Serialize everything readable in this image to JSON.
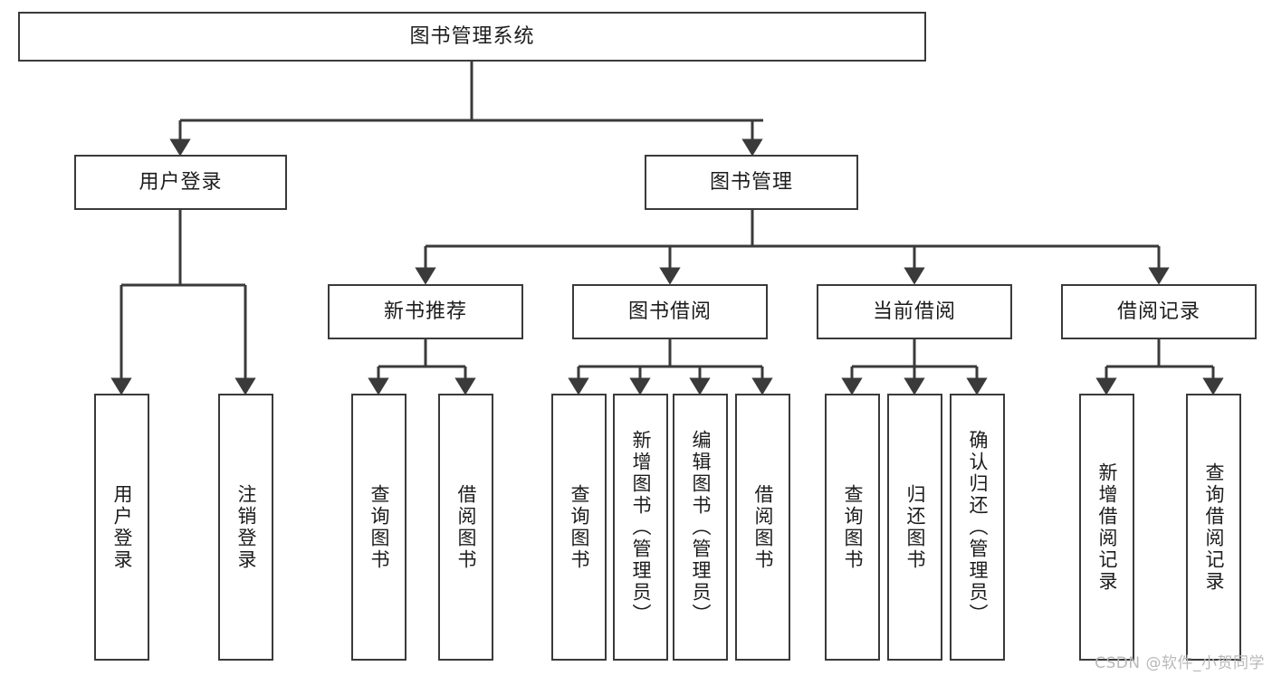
{
  "diagram": {
    "title": "图书管理系统",
    "type": "tree-hierarchy-chart",
    "colors": {
      "background": "#ffffff",
      "node_border": "#3a3a3a",
      "node_fill": "#ffffff",
      "text": "#1c1c1c",
      "edge": "#3a3a3a",
      "watermark": "#b9b9b9"
    },
    "nodes": {
      "root": {
        "label": "图书管理系统"
      },
      "level2": [
        {
          "id": "user-login",
          "label": "用户登录"
        },
        {
          "id": "book-management",
          "label": "图书管理"
        }
      ],
      "level3": [
        {
          "id": "new-book-recommend",
          "label": "新书推荐"
        },
        {
          "id": "book-borrow",
          "label": "图书借阅"
        },
        {
          "id": "current-borrow",
          "label": "当前借阅"
        },
        {
          "id": "borrow-record",
          "label": "借阅记录"
        }
      ],
      "leaves": {
        "user-login": [
          {
            "id": "leaf-user-login",
            "label": "用户登录"
          },
          {
            "id": "leaf-logout-login",
            "label": "注销登录"
          }
        ],
        "new-book-recommend": [
          {
            "id": "leaf-query-book-1",
            "label": "查询图书"
          },
          {
            "id": "leaf-borrow-book-1",
            "label": "借阅图书"
          }
        ],
        "book-borrow": [
          {
            "id": "leaf-query-book-2",
            "label": "查询图书"
          },
          {
            "id": "leaf-add-book",
            "label": "新增图书（管理员）"
          },
          {
            "id": "leaf-edit-book",
            "label": "编辑图书（管理员）"
          },
          {
            "id": "leaf-borrow-book-2",
            "label": "借阅图书"
          }
        ],
        "current-borrow": [
          {
            "id": "leaf-query-book-3",
            "label": "查询图书"
          },
          {
            "id": "leaf-return-book",
            "label": "归还图书"
          },
          {
            "id": "leaf-confirm-return",
            "label": "确认归还（管理员）"
          }
        ],
        "borrow-record": [
          {
            "id": "leaf-add-record",
            "label": "新增借阅记录"
          },
          {
            "id": "leaf-query-record",
            "label": "查询借阅记录"
          }
        ]
      }
    },
    "watermark": "CSDN @软件_小贺同学"
  }
}
